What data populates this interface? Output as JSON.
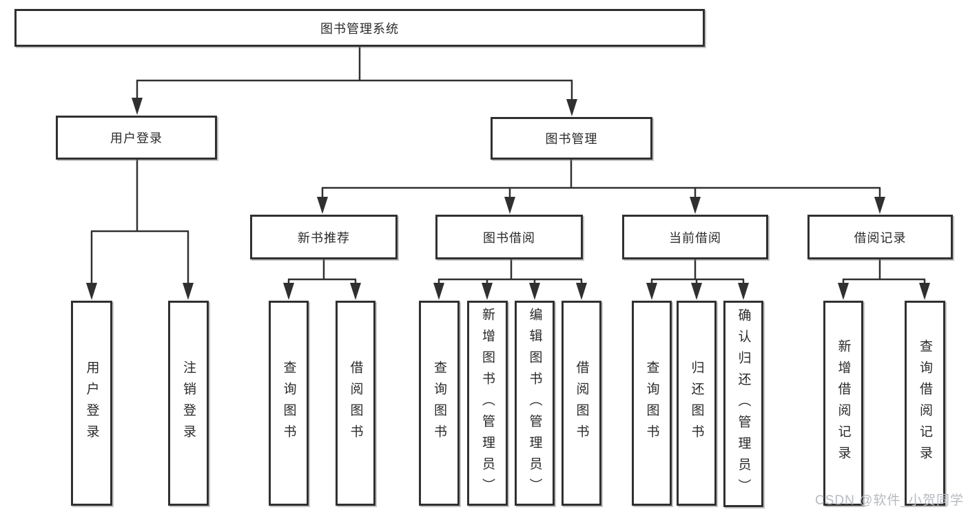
{
  "tree": {
    "root": {
      "label": "图书管理系统"
    },
    "children": [
      {
        "label": "用户登录",
        "children": [
          {
            "label": "用户登录"
          },
          {
            "label": "注销登录"
          }
        ]
      },
      {
        "label": "图书管理",
        "children": [
          {
            "label": "新书推荐",
            "children": [
              {
                "label": "查询图书"
              },
              {
                "label": "借阅图书"
              }
            ]
          },
          {
            "label": "图书借阅",
            "children": [
              {
                "label": "查询图书"
              },
              {
                "label": "新增图书（管理员）"
              },
              {
                "label": "编辑图书（管理员）"
              },
              {
                "label": "借阅图书"
              }
            ]
          },
          {
            "label": "当前借阅",
            "children": [
              {
                "label": "查询图书"
              },
              {
                "label": "归还图书"
              },
              {
                "label": "确认归还（管理员）"
              }
            ]
          },
          {
            "label": "借阅记录",
            "children": [
              {
                "label": "新增借阅记录"
              },
              {
                "label": "查询借阅记录"
              }
            ]
          }
        ]
      }
    ]
  },
  "watermark": "CSDN @软件_小贺同学",
  "colors": {
    "line": "#303030",
    "box_border": "#303030",
    "box_fill": "#ffffff",
    "watermark": "#b6bac0"
  }
}
